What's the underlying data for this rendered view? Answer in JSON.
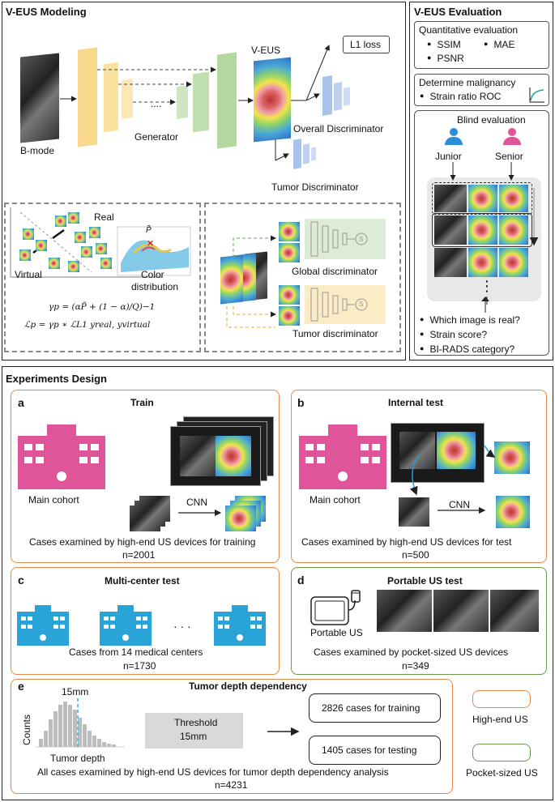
{
  "modeling": {
    "title": "V-EUS Modeling",
    "bmode_label": "B-mode",
    "generator_label": "Generator",
    "veus_label": "V-EUS",
    "ellipsis": "....",
    "l1_loss": "L1 loss",
    "overall_disc": "Overall Discriminator",
    "tumor_disc": "Tumor Discriminator",
    "real_label": "Real",
    "virtual_label": "Virtual",
    "p_tilde": "P̃",
    "color_dist_line1": "Color",
    "color_dist_line2": "distribution",
    "formula1": "γp = (αP̃ + (1 − α)/Q)−1",
    "formula2": "ℒp = γp ∗ ℒL1 yreal, yvirtual",
    "global_disc": "Global discriminator",
    "tumor_disc2": "Tumor discriminator",
    "s_label": "S"
  },
  "evaluation": {
    "title": "V-EUS Evaluation",
    "quant_title": "Quantitative evaluation",
    "metrics": [
      "SSIM",
      "MAE",
      "PSNR"
    ],
    "malig_title": "Determine malignancy",
    "malig_item": "Strain ratio ROC",
    "blind_title": "Blind evaluation",
    "junior": "Junior",
    "senior": "Senior",
    "vdots": "⋮",
    "questions": [
      "Which image is real?",
      "Strain score?",
      "BI-RADS category?"
    ]
  },
  "experiments": {
    "title": "Experiments  Design",
    "a": {
      "letter": "a",
      "title": "Train",
      "cohort": "Main cohort",
      "cnn": "CNN",
      "desc": "Cases examined by high-end US devices for training",
      "n": "n=2001"
    },
    "b": {
      "letter": "b",
      "title": "Internal test",
      "cohort": "Main cohort",
      "cnn": "CNN",
      "desc": "Cases examined by high-end US devices for test",
      "n": "n=500"
    },
    "c": {
      "letter": "c",
      "title": "Multi-center test",
      "dots": "· · ·",
      "desc": "Cases  from 14 medical centers",
      "n": "n=1730"
    },
    "d": {
      "letter": "d",
      "title": "Portable US test",
      "device": "Portable US",
      "desc": "Cases examined by pocket-sized US devices",
      "n": "n=349"
    },
    "e": {
      "letter": "e",
      "title": "Tumor depth dependency",
      "mm": "15mm",
      "counts": "Counts",
      "xlabel": "Tumor depth",
      "threshold1": "Threshold",
      "threshold2": "15mm",
      "train_cases": "2826 cases for training",
      "test_cases": "1405 cases for testing",
      "desc": "All cases  examined by high-end US devices for tumor depth dependency analysis",
      "n": "n=4231"
    },
    "legend": {
      "high_end": "High-end US",
      "pocket": "Pocket-sized US"
    },
    "colors": {
      "high_end": "#e8894a",
      "pocket": "#6a9a4a",
      "hospital_pink": "#e0549a",
      "hospital_blue": "#2aa3d8"
    }
  }
}
